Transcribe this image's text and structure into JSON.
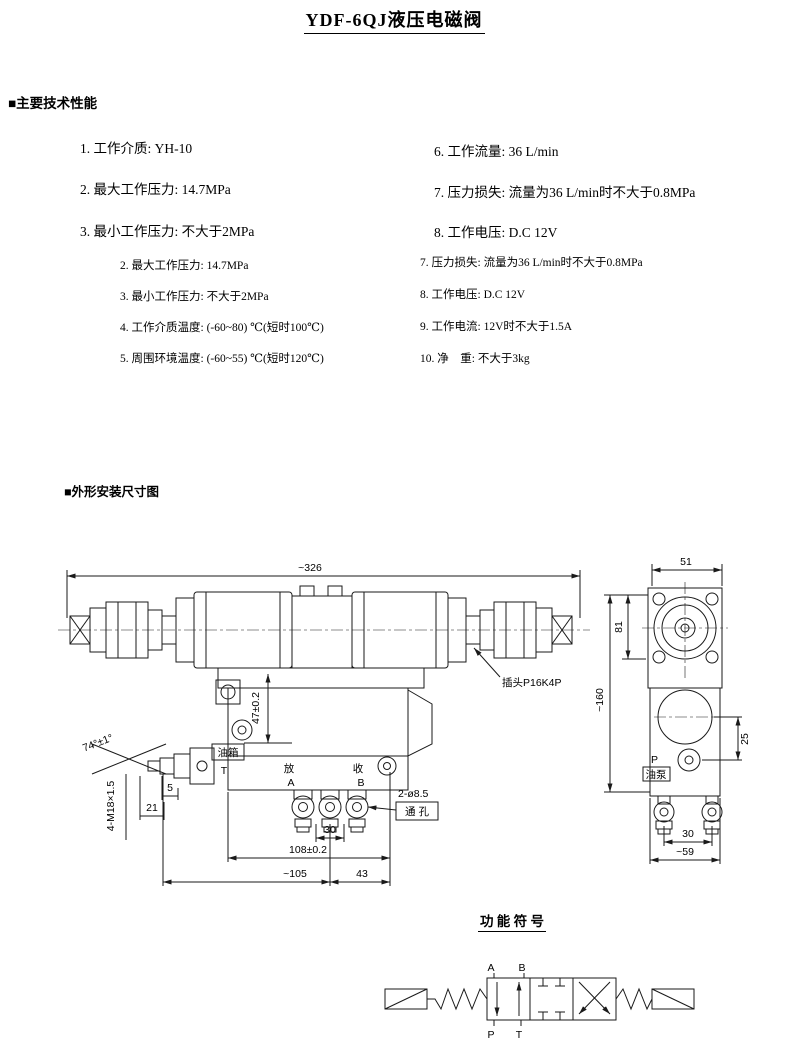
{
  "title": "YDF-6QJ液压电磁阀",
  "performance": {
    "heading": "■主要技术性能",
    "left_large": [
      "1. 工作介质: YH-10",
      "2. 最大工作压力: 14.7MPa",
      "3. 最小工作压力: 不大于2MPa"
    ],
    "right_large": [
      "6. 工作流量: 36 L/min",
      "7. 压力损失: 流量为36 L/min时不大于0.8MPa",
      "8. 工作电压: D.C 12V"
    ],
    "left_small": [
      "2. 最大工作压力: 14.7MPa",
      "3. 最小工作压力: 不大于2MPa",
      "4. 工作介质温度: (-60~80) ℃(短时100℃)",
      "5. 周围环境温度: (-60~55) ℃(短时120℃)"
    ],
    "right_small": [
      "7. 压力损失: 流量为36 L/min时不大于0.8MPa",
      "8. 工作电压: D.C 12V",
      "9. 工作电流: 12V时不大于1.5A",
      "10. 净　重: 不大于3kg"
    ]
  },
  "drawing": {
    "heading": "■外形安装尺寸图",
    "dim": {
      "w326": "~326",
      "w51": "51",
      "d81": "81",
      "d160": "~160",
      "d25": "25",
      "d47": "47±0.2",
      "angle74": "74°±1°",
      "thread": "4-M18×1.5",
      "d5": "5",
      "d21": "21",
      "tank": "油箱",
      "portT": "T",
      "fang": "放",
      "portA": "A",
      "shou": "收",
      "portB": "B",
      "d30": "30",
      "d108": "108±0.2",
      "d105": "~105",
      "d43": "43",
      "hole": "2-ø8.5",
      "holeword": "通 孔",
      "plug": "插头P16K4P",
      "portP": "P",
      "pump": "油泵",
      "s30": "30",
      "s59": "~59"
    }
  },
  "symbol": {
    "heading": "功 能 符 号",
    "portA": "A",
    "portB": "B",
    "portP": "P",
    "portT": "T"
  }
}
